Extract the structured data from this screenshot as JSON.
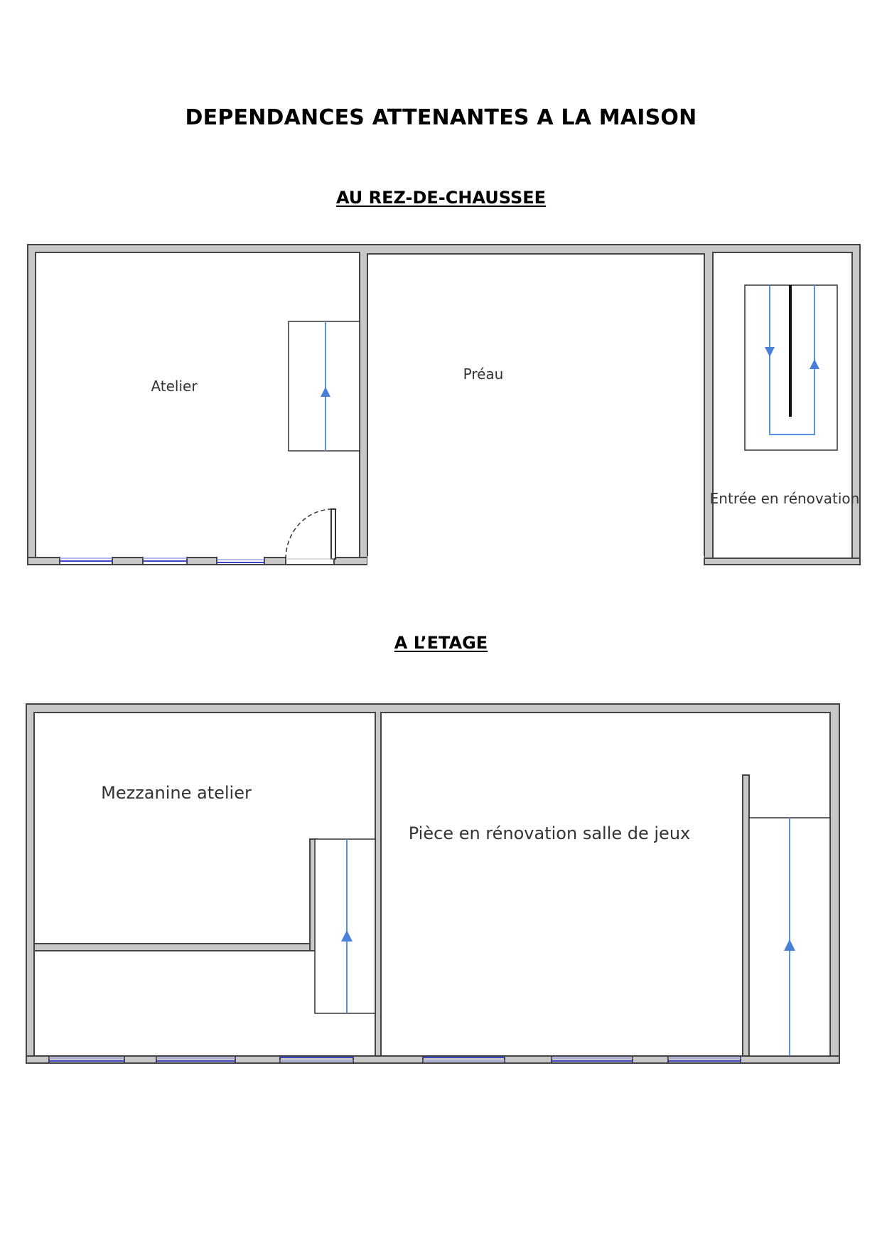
{
  "title": "DEPENDANCES ATTENANTES A LA MAISON",
  "sections": {
    "ground": {
      "heading": "AU REZ-DE-CHAUSSEE",
      "rooms": {
        "atelier": "Atelier",
        "preau": "Préau",
        "entree": "Entrée en rénovation"
      }
    },
    "upper": {
      "heading": "A L’ETAGE",
      "rooms": {
        "mezzanine": "Mezzanine atelier",
        "piece": "Pièce en rénovation salle de jeux"
      }
    }
  },
  "colors": {
    "wall": "#c8c8c8",
    "window": "#4046c8",
    "stair_arrow": "#4a7fd8"
  }
}
